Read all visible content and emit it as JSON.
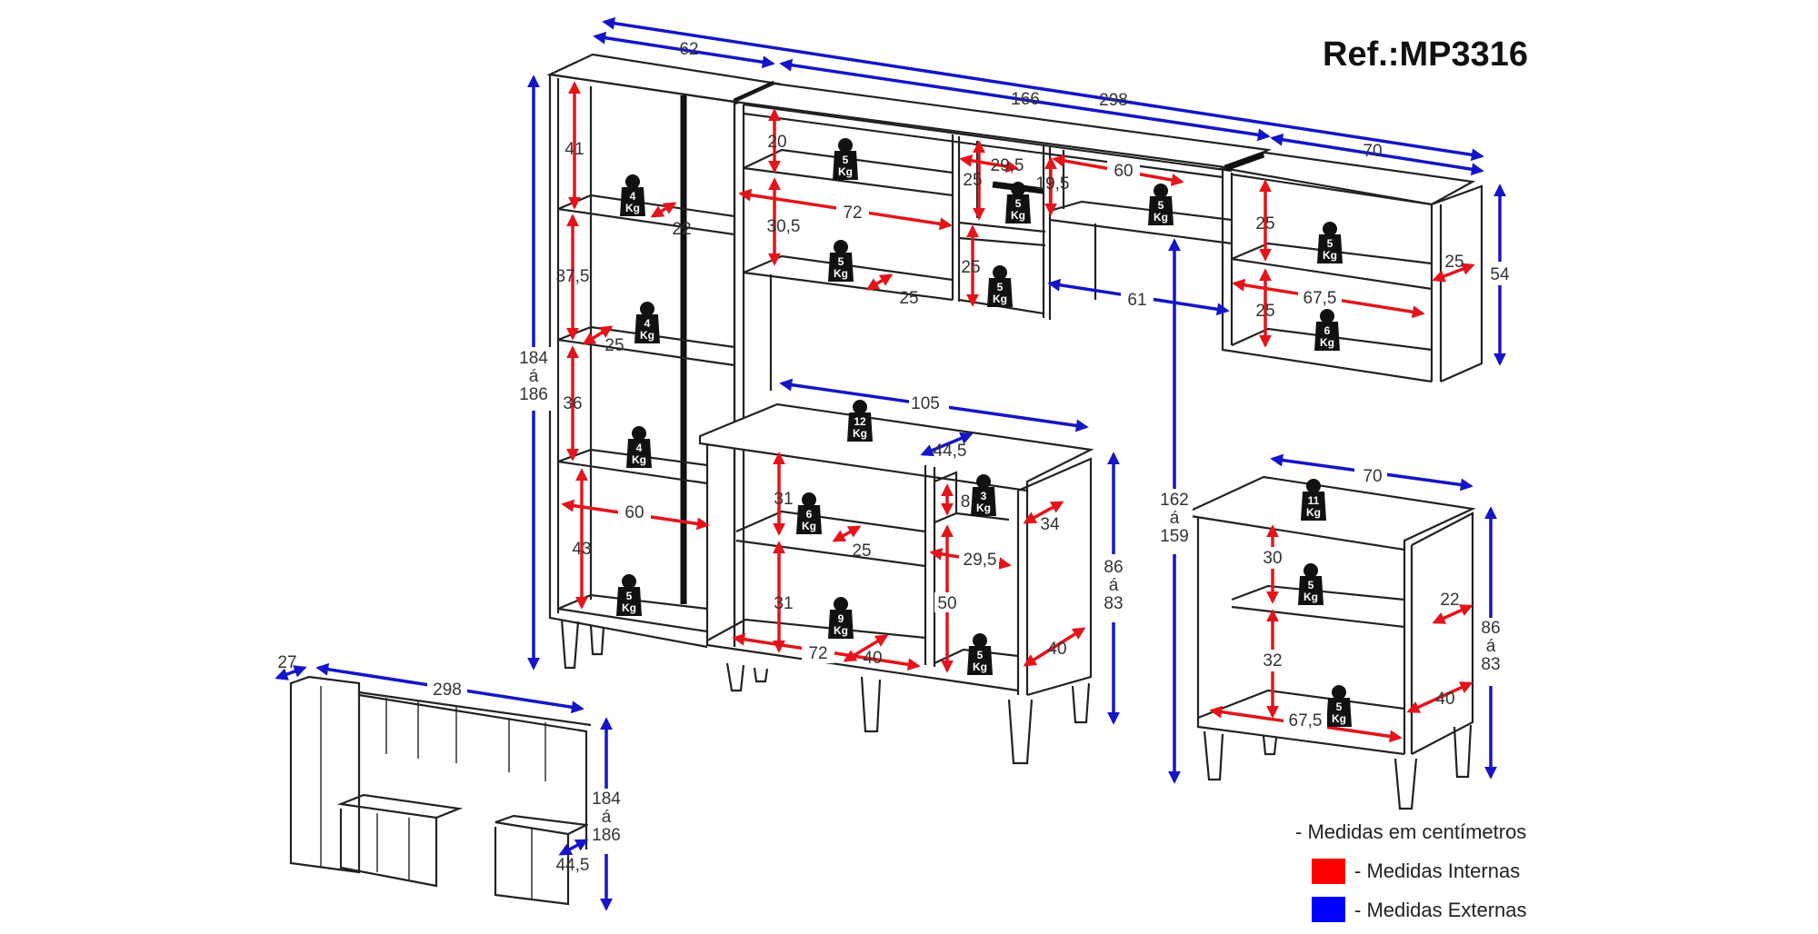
{
  "title": "Ref.:MP3316",
  "legend": {
    "units_note": "- Medidas em centímetros",
    "items": [
      {
        "label": "- Medidas Internas",
        "color": "#ff0000"
      },
      {
        "label": "- Medidas Externas",
        "color": "#0000ff"
      }
    ]
  },
  "colors": {
    "internal": "#e4141b",
    "external": "#1515c8",
    "line": "#222222"
  },
  "external_dimensions": {
    "total_width": "298",
    "tall_cabinet_width": "62",
    "upper_module_width": "166",
    "right_upper_width": "70",
    "right_upper_height": "54",
    "tall_cabinet_height": [
      "184",
      "á",
      "186"
    ],
    "gap_upper_to_counter": "61",
    "counter_top_width": "105",
    "counter_depth": "44,5",
    "counter_height": [
      "86",
      "á",
      "83"
    ],
    "right_upper_bottom_height": [
      "162",
      "á",
      "159"
    ],
    "small_base_width": "70",
    "small_base_height": [
      "86",
      "á",
      "83"
    ]
  },
  "tall_cabinet": {
    "weights": [
      "4",
      "4",
      "4",
      "5"
    ],
    "weight_unit": "Kg",
    "heights": [
      "41",
      "37,5",
      "36",
      "43"
    ],
    "depths": [
      "22",
      "25"
    ],
    "inner_width": "60"
  },
  "upper_module": {
    "weights": [
      "5",
      "5",
      "5",
      "5",
      "5"
    ],
    "heights_left": [
      "20",
      "30,5"
    ],
    "width_left": "72",
    "depth_left": "25",
    "niche_width": "29,5",
    "niche_heights": [
      "25",
      "25"
    ],
    "right_height": "19,5",
    "right_width": "60"
  },
  "right_upper": {
    "weights": [
      "5",
      "6"
    ],
    "heights": [
      "25",
      "25"
    ],
    "inner_width": "67,5",
    "depth": "25"
  },
  "counter_cabinet": {
    "top_weight": "12",
    "weights": [
      "6",
      "9",
      "3",
      "5"
    ],
    "heights": [
      "31",
      "31"
    ],
    "shelf_depth": "25",
    "inner_width": "72",
    "bottom_depth": "40",
    "drawer_height": "8",
    "drawer_depth": "34",
    "right_inner_width": "29,5",
    "right_inner_height": "50",
    "right_depth": "40"
  },
  "small_base": {
    "top_weight": "11",
    "weights": [
      "5",
      "5"
    ],
    "heights": [
      "30",
      "32"
    ],
    "inner_width": "67,5",
    "upper_depth": "22",
    "bottom_depth": "40"
  },
  "preview": {
    "depth": "27",
    "total_width": "298",
    "height": [
      "184",
      "á",
      "186"
    ],
    "base_depth": "44,5"
  }
}
